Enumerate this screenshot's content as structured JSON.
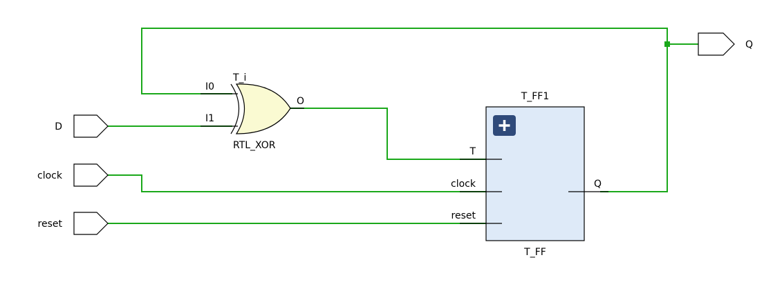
{
  "ports": {
    "d": "D",
    "clock": "clock",
    "reset": "reset",
    "q_out": "Q"
  },
  "xor_gate": {
    "instance": "T_i",
    "type": "RTL_XOR",
    "pins": {
      "i0": "I0",
      "i1": "I1",
      "o": "O"
    }
  },
  "flip_flop": {
    "instance": "T_FF1",
    "type": "T_FF",
    "pins": {
      "t": "T",
      "clock": "clock",
      "reset": "reset",
      "q": "Q"
    }
  },
  "icons": {
    "expand": "plus-square-icon"
  },
  "colors": {
    "wire": "#1aa81a",
    "xor_fill": "#fafad2",
    "ff_fill": "#deeaf8",
    "expand_button": "#2f4a7a"
  }
}
